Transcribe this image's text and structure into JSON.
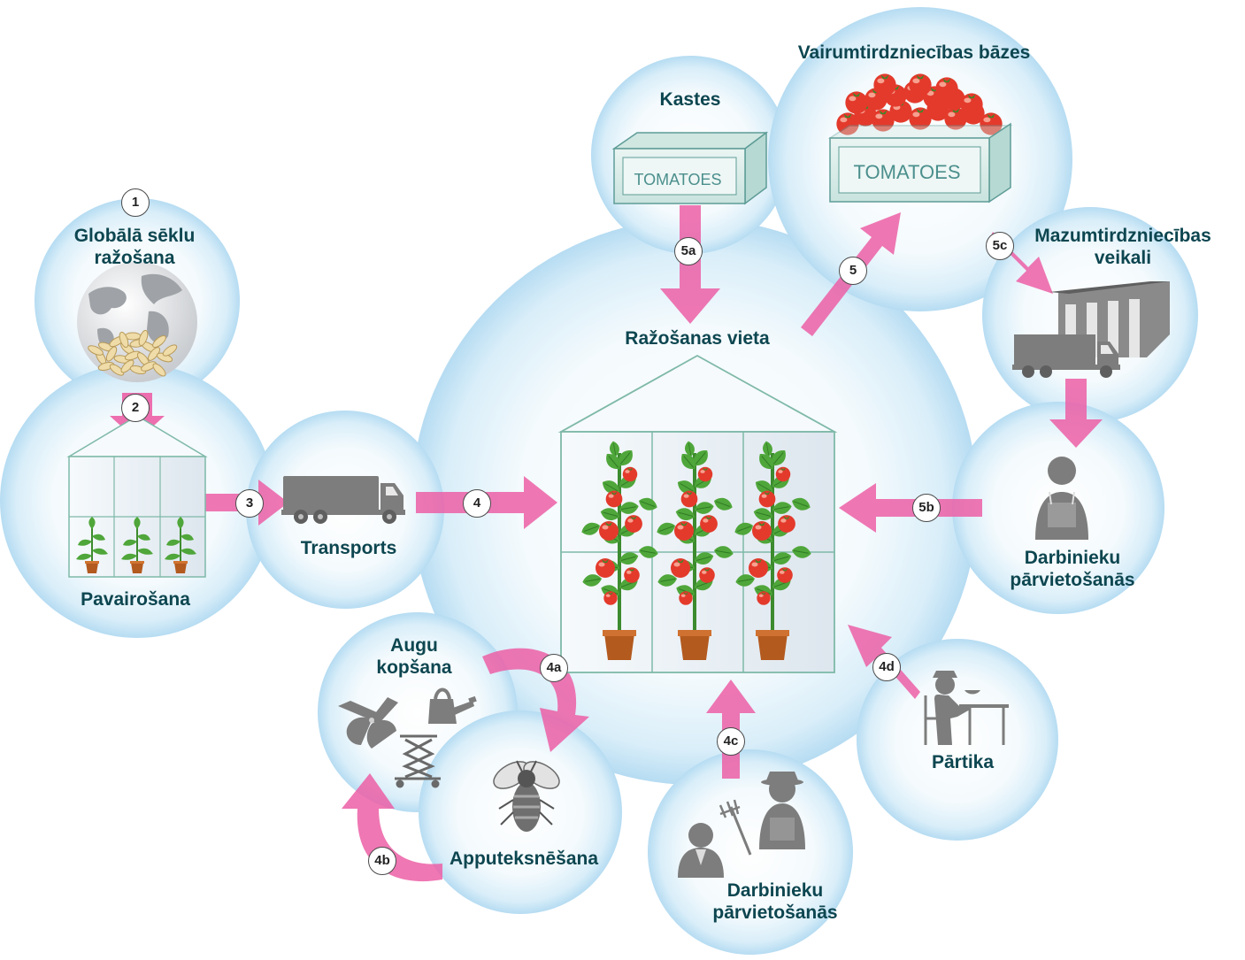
{
  "nodes": {
    "seed": {
      "title": "Globālā sēklu\nražošana",
      "step": "1"
    },
    "propagation": {
      "title": "Pavairošana",
      "step": "2"
    },
    "transport": {
      "title": "Transports",
      "step": "3"
    },
    "production": {
      "title": "Ražošanas vieta",
      "step": "4"
    },
    "boxes": {
      "title": "Kastes",
      "step": "5a",
      "box_text": "TOMATOES"
    },
    "wholesale": {
      "title": "Vairumtirdzniecības bāzes",
      "step": "5",
      "box_text": "TOMATOES"
    },
    "retail": {
      "title": "Mazumtirdzniecības\nveikali",
      "step": "5c"
    },
    "workers_right": {
      "title": "Darbinieku\npārvietošanās",
      "step": "5b"
    },
    "plant_care": {
      "title": "Augu\nkopšana",
      "step": "4a"
    },
    "pollination": {
      "title": "Apputeksnēšana",
      "step": "4b"
    },
    "workers_bottom": {
      "title": "Darbinieku\npārvietošanās",
      "step": "4c"
    },
    "food": {
      "title": "Pārtika",
      "step": "4d"
    }
  },
  "colors": {
    "bubble": "#d6ecf8",
    "arrow": "#ec5fa6",
    "label": "#0d4650",
    "icon": "#7d7d7d",
    "greenhouse_frame": "#7fb9a8",
    "leaf": "#4fa63a",
    "tomato": "#e33a2c",
    "pot": "#b35a1f"
  }
}
